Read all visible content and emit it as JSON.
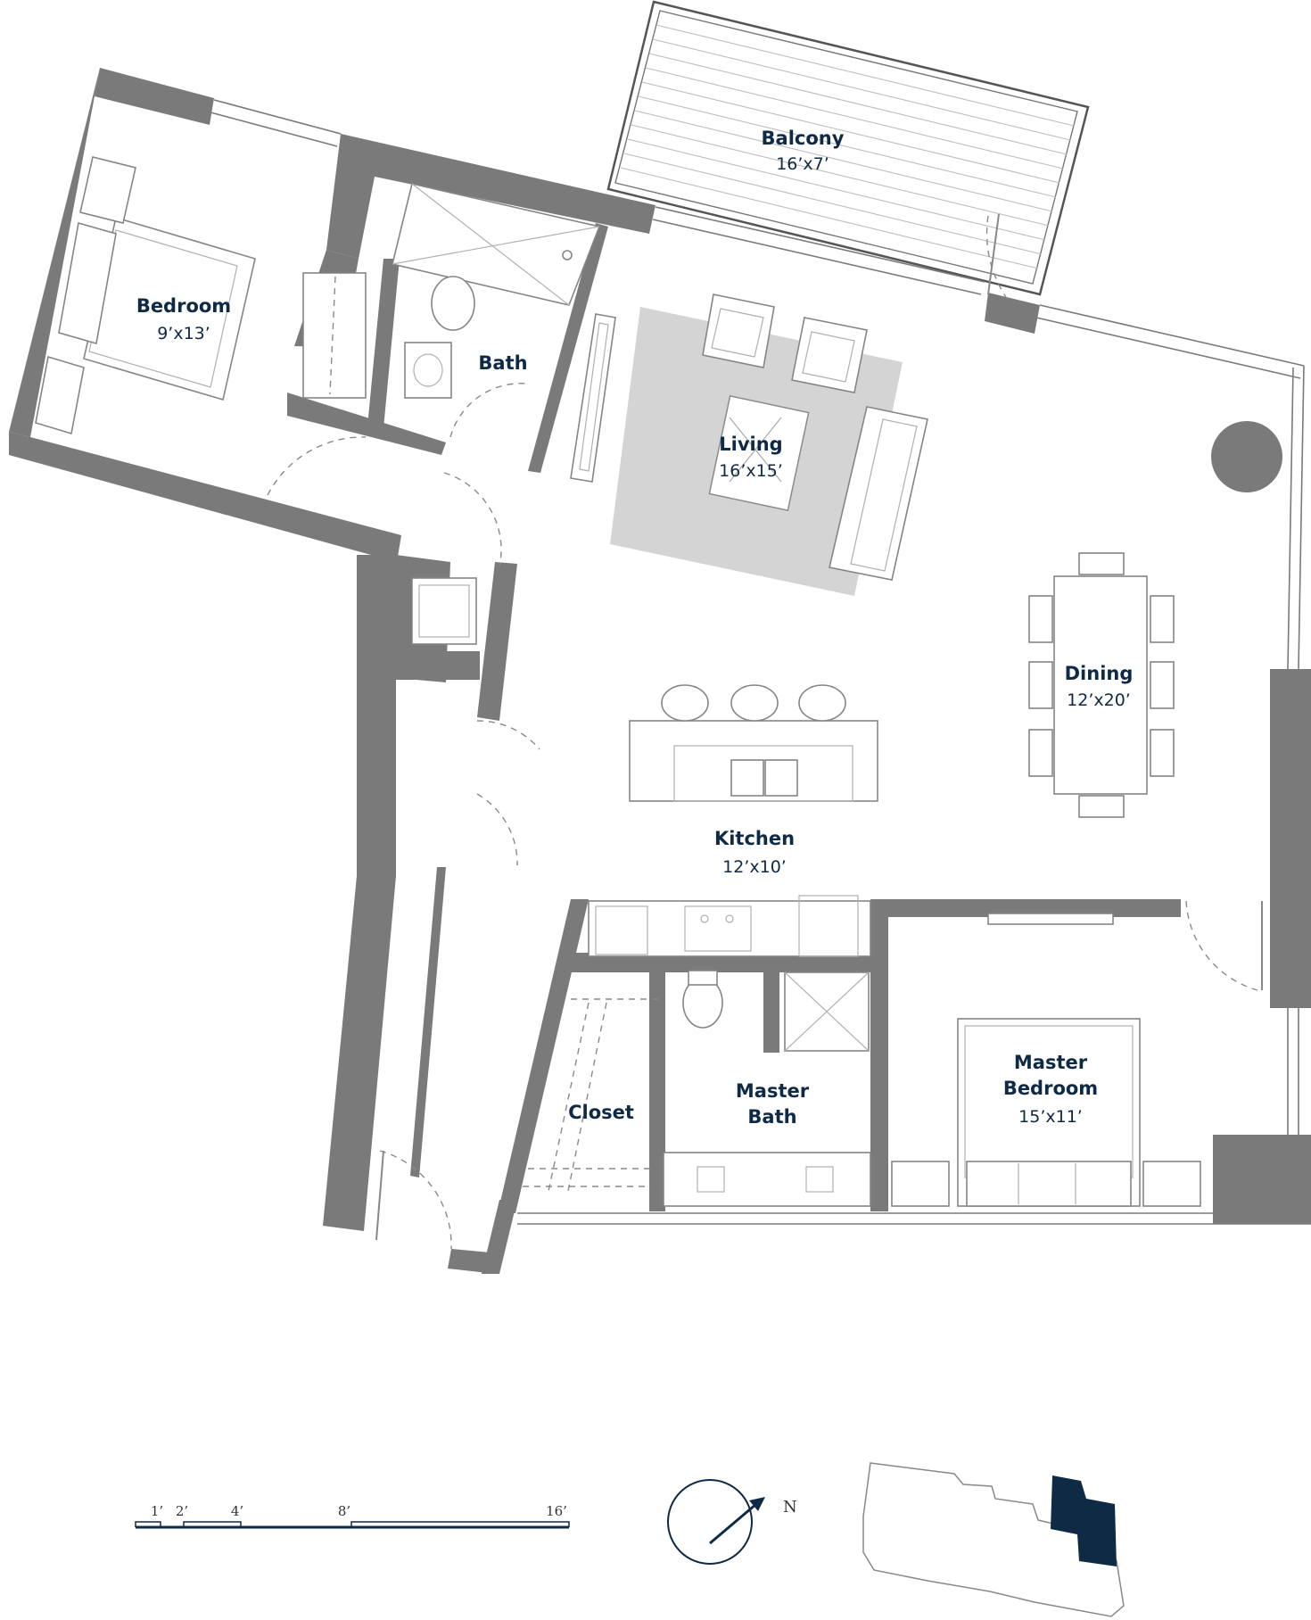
{
  "rooms": {
    "balcony": {
      "name": "Balcony",
      "size": "16’x7’"
    },
    "bedroom": {
      "name": "Bedroom",
      "size": "9’x13’"
    },
    "bath": {
      "name": "Bath"
    },
    "living": {
      "name": "Living",
      "size": "16’x15’"
    },
    "dining": {
      "name": "Dining",
      "size": "12’x20’"
    },
    "kitchen": {
      "name": "Kitchen",
      "size": "12’x10’"
    },
    "master_bath": {
      "name_line1": "Master",
      "name_line2": "Bath"
    },
    "closet": {
      "name": "Closet"
    },
    "master_bedroom": {
      "name_line1": "Master",
      "name_line2": "Bedroom",
      "size": "15’x11’"
    }
  },
  "scale_bar": {
    "labels": [
      "1’",
      "2’",
      "4’",
      "8’",
      "16’"
    ]
  },
  "compass": {
    "label": "N",
    "icon": "north-arrow-icon"
  },
  "key_plan": {
    "icon": "building-key-plan-icon",
    "highlight_color": "#0f2a45"
  },
  "colors": {
    "wall": "#7a7a7a",
    "text": "#0f2a45",
    "rug": "#d4d4d4"
  }
}
